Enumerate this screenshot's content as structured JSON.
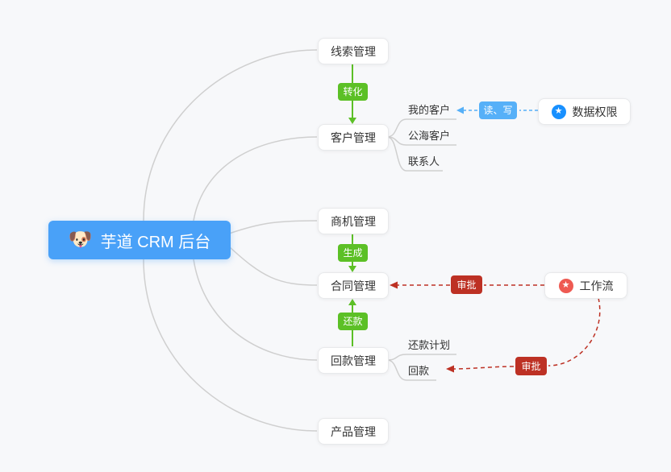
{
  "root": {
    "label": "芋道 CRM 后台",
    "icon": "🐶"
  },
  "branches": {
    "leads": {
      "label": "线索管理"
    },
    "customers": {
      "label": "客户管理"
    },
    "opportunities": {
      "label": "商机管理"
    },
    "contracts": {
      "label": "合同管理"
    },
    "payments": {
      "label": "回款管理"
    },
    "products": {
      "label": "产品管理"
    }
  },
  "customer_children": {
    "my_customers": {
      "label": "我的客户"
    },
    "public_customers": {
      "label": "公海客户"
    },
    "contacts": {
      "label": "联系人"
    }
  },
  "payment_children": {
    "repayment_plan": {
      "label": "还款计划"
    },
    "repayment": {
      "label": "回款"
    }
  },
  "edge_badges": {
    "convert": {
      "label": "转化"
    },
    "generate": {
      "label": "生成"
    },
    "repay": {
      "label": "还款"
    },
    "read_write": {
      "label": "读、写"
    },
    "approve_contract": {
      "label": "审批"
    },
    "approve_payment": {
      "label": "审批"
    }
  },
  "side_nodes": {
    "data_permission": {
      "label": "数据权限",
      "icon": "★"
    },
    "workflow": {
      "label": "工作流",
      "icon": "★"
    }
  },
  "colors": {
    "background": "#f7f8fa",
    "root_bg": "#49a1f8",
    "green": "#5cc026",
    "red": "#bd3124",
    "blue": "#56b0f8",
    "permission_icon": "#1890ff",
    "workflow_icon": "#ee5a52",
    "connector_gray": "#cfcfcf"
  }
}
